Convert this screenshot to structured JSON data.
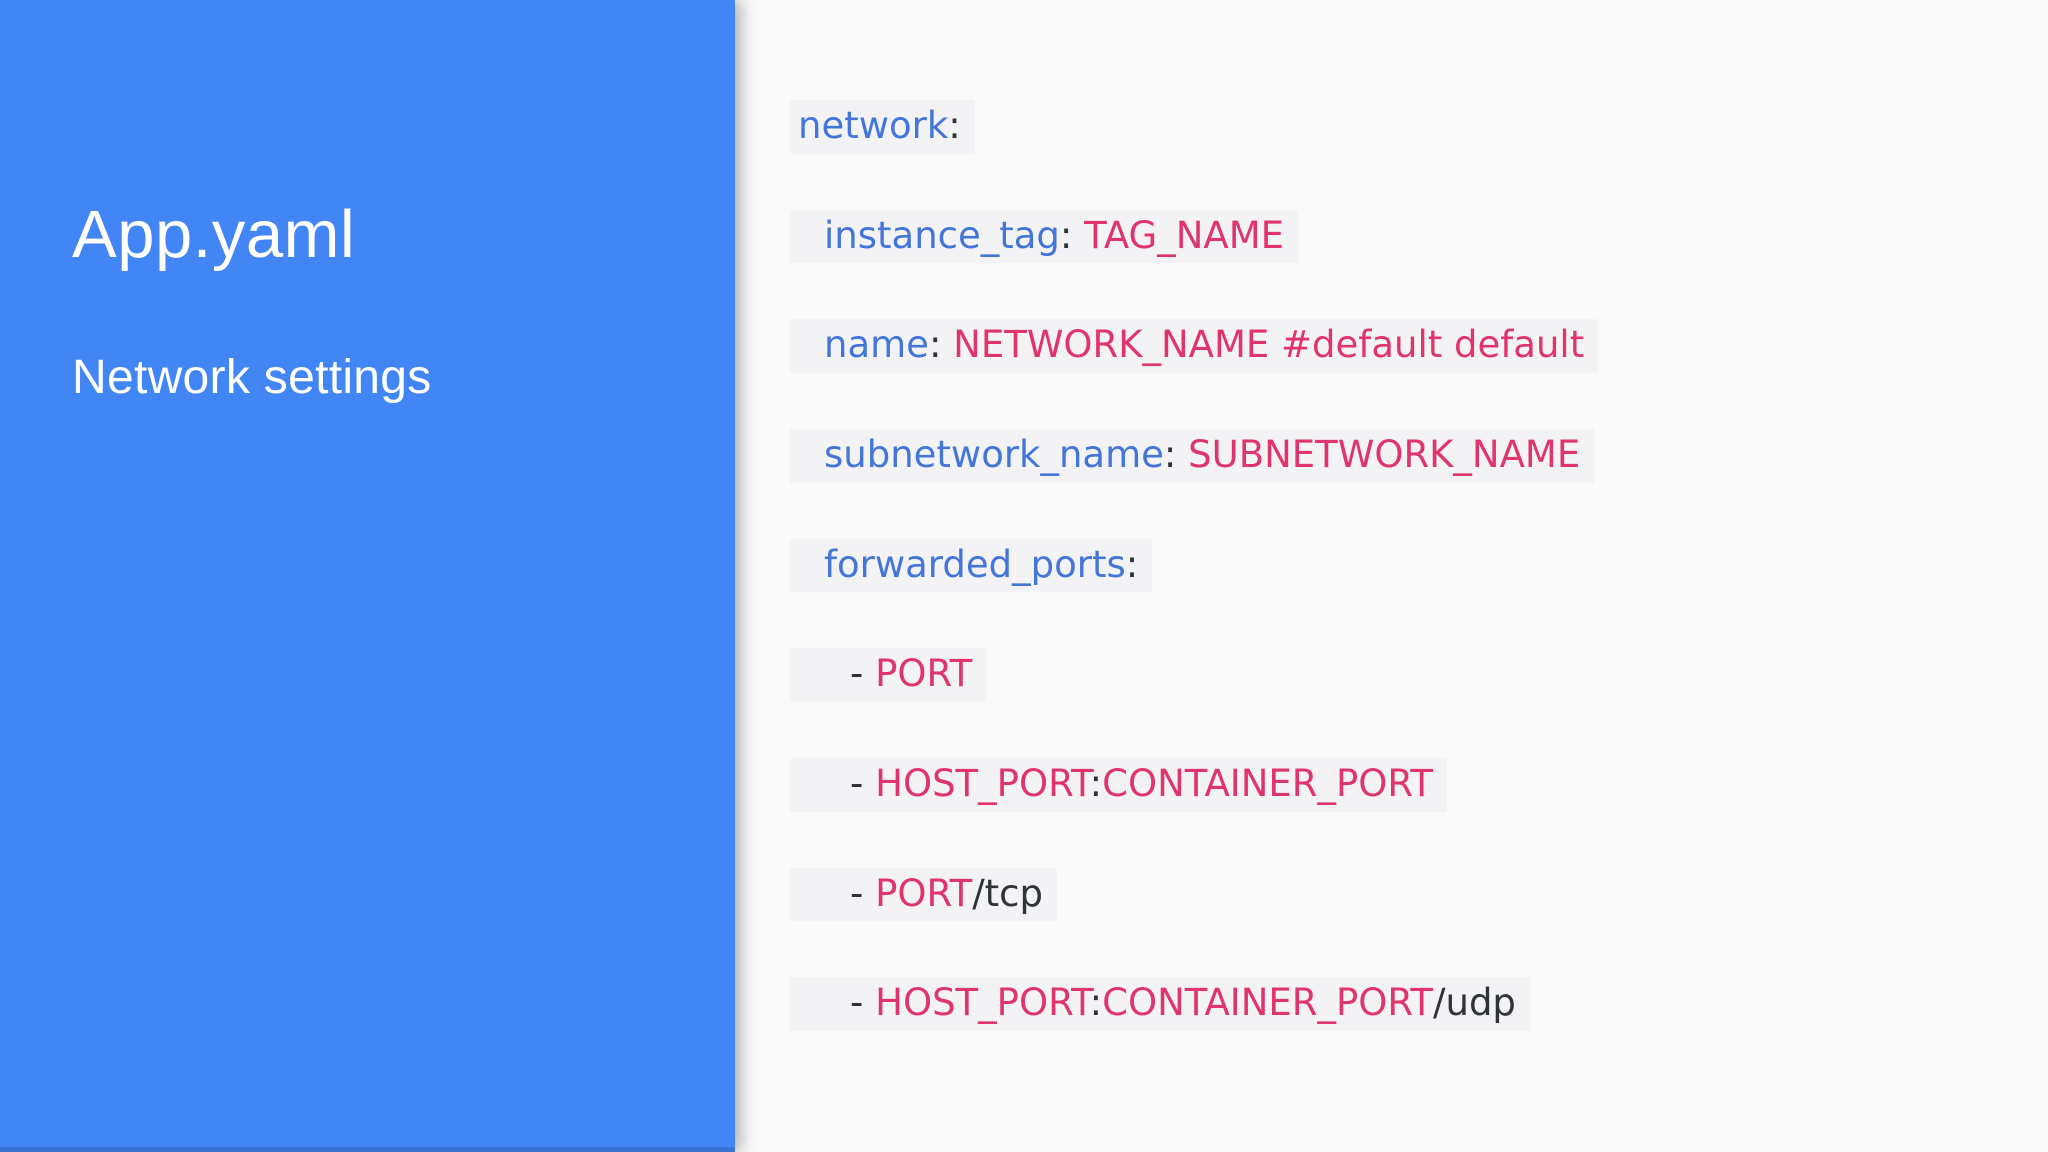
{
  "sidebar": {
    "title": "App.yaml",
    "subtitle": "Network settings"
  },
  "colors": {
    "sidebar_bg": "#4285F4",
    "page_bg": "#FAFAFB",
    "chip_bg": "#F3F3F6",
    "key": "#4376D8",
    "value": "#E0346F",
    "punct": "#2E3338",
    "sidebar_text": "#FFFFFF"
  },
  "code": {
    "language": "yaml",
    "lines": [
      {
        "indent": 0,
        "tokens": [
          {
            "text": "network",
            "type": "key"
          },
          {
            "text": ":",
            "type": "punct"
          }
        ]
      },
      {
        "indent": 1,
        "tokens": [
          {
            "text": "instance_tag",
            "type": "key"
          },
          {
            "text": ": ",
            "type": "punct"
          },
          {
            "text": "TAG_NAME",
            "type": "value"
          }
        ]
      },
      {
        "indent": 1,
        "tokens": [
          {
            "text": "name",
            "type": "key"
          },
          {
            "text": ": ",
            "type": "punct"
          },
          {
            "text": "NETWORK_NAME #default default",
            "type": "value"
          }
        ]
      },
      {
        "indent": 1,
        "tokens": [
          {
            "text": "subnetwork_name",
            "type": "key"
          },
          {
            "text": ": ",
            "type": "punct"
          },
          {
            "text": "SUBNETWORK_NAME",
            "type": "value"
          }
        ]
      },
      {
        "indent": 1,
        "tokens": [
          {
            "text": "forwarded_ports",
            "type": "key"
          },
          {
            "text": ":",
            "type": "punct"
          }
        ]
      },
      {
        "indent": 2,
        "tokens": [
          {
            "text": "- ",
            "type": "punct"
          },
          {
            "text": "PORT",
            "type": "value"
          }
        ]
      },
      {
        "indent": 2,
        "tokens": [
          {
            "text": "- ",
            "type": "punct"
          },
          {
            "text": "HOST_PORT",
            "type": "value"
          },
          {
            "text": ":",
            "type": "punct"
          },
          {
            "text": "CONTAINER_PORT",
            "type": "value"
          }
        ]
      },
      {
        "indent": 2,
        "tokens": [
          {
            "text": "- ",
            "type": "punct"
          },
          {
            "text": "PORT",
            "type": "value"
          },
          {
            "text": "/tcp",
            "type": "punct"
          }
        ]
      },
      {
        "indent": 2,
        "tokens": [
          {
            "text": "- ",
            "type": "punct"
          },
          {
            "text": "HOST_PORT",
            "type": "value"
          },
          {
            "text": ":",
            "type": "punct"
          },
          {
            "text": "CONTAINER_PORT",
            "type": "value"
          },
          {
            "text": "/udp",
            "type": "punct"
          }
        ]
      }
    ]
  }
}
